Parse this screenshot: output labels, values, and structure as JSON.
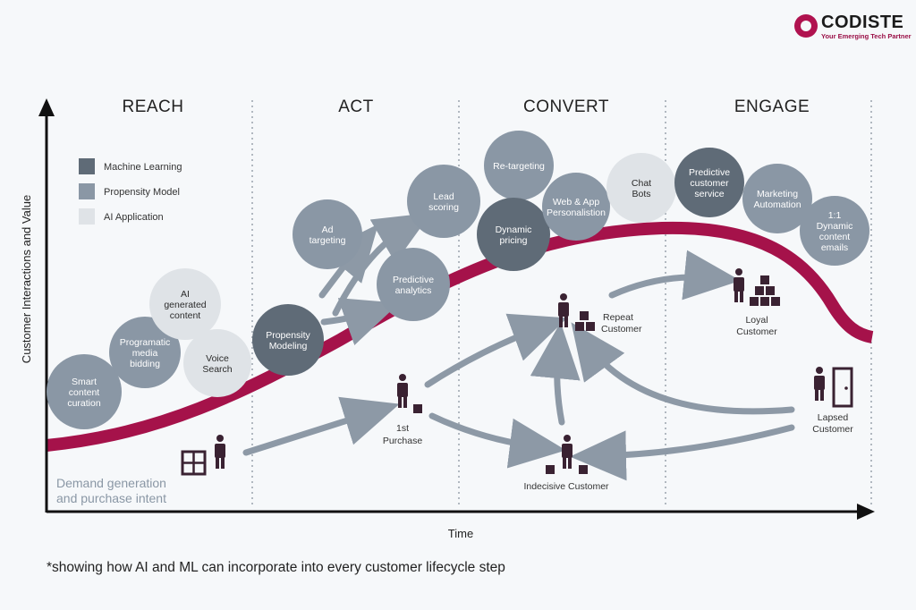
{
  "brand": {
    "name": "CODISTE",
    "tagline": "Your Emerging Tech Partner"
  },
  "stages": [
    "REACH",
    "ACT",
    "CONVERT",
    "ENGAGE"
  ],
  "legend": [
    {
      "label": "Machine Learning",
      "color": "#5f6b77"
    },
    {
      "label": "Propensity Model",
      "color": "#8a97a5"
    },
    {
      "label": "AI Application",
      "color": "#dfe3e7"
    }
  ],
  "axes": {
    "y_label": "Customer Interactions and Value",
    "x_label": "Time"
  },
  "demand_label": [
    "Demand generation",
    "and purchase intent"
  ],
  "circles": [
    {
      "lines": [
        "Smart",
        "content",
        "curation"
      ],
      "kind": "propensity"
    },
    {
      "lines": [
        "Programatic",
        "media",
        "bidding"
      ],
      "kind": "propensity"
    },
    {
      "lines": [
        "AI",
        "generated",
        "content"
      ],
      "kind": "ai"
    },
    {
      "lines": [
        "Voice",
        "Search"
      ],
      "kind": "ai"
    },
    {
      "lines": [
        "Propensity",
        "Modeling"
      ],
      "kind": "ml"
    },
    {
      "lines": [
        "Ad",
        "targeting"
      ],
      "kind": "propensity"
    },
    {
      "lines": [
        "Predictive",
        "analytics"
      ],
      "kind": "propensity"
    },
    {
      "lines": [
        "Lead",
        "scoring"
      ],
      "kind": "propensity"
    },
    {
      "lines": [
        "Re-targeting"
      ],
      "kind": "propensity"
    },
    {
      "lines": [
        "Dynamic",
        "pricing"
      ],
      "kind": "ml"
    },
    {
      "lines": [
        "Web & App",
        "Personalistion"
      ],
      "kind": "propensity"
    },
    {
      "lines": [
        "Chat",
        "Bots"
      ],
      "kind": "ai"
    },
    {
      "lines": [
        "Predictive",
        "customer",
        "service"
      ],
      "kind": "ml"
    },
    {
      "lines": [
        "Marketing",
        "Automation"
      ],
      "kind": "propensity"
    },
    {
      "lines": [
        "1:1",
        "Dynamic",
        "content",
        "emails"
      ],
      "kind": "propensity"
    }
  ],
  "customers": [
    {
      "lines": [
        "1st",
        "Purchase"
      ]
    },
    {
      "lines": [
        "Repeat",
        "Customer"
      ]
    },
    {
      "lines": [
        "Indecisive Customer"
      ]
    },
    {
      "lines": [
        "Loyal",
        "Customer"
      ]
    },
    {
      "lines": [
        "Lapsed",
        "Customer"
      ]
    }
  ],
  "colors": {
    "ml": "#5f6b77",
    "propensity": "#8a97a5",
    "ai": "#dfe3e7",
    "curve": "#a5124a",
    "arrow": "#8d99a6",
    "person": "#3a2232"
  },
  "footnote": "*showing how AI and ML can incorporate into every customer lifecycle step"
}
